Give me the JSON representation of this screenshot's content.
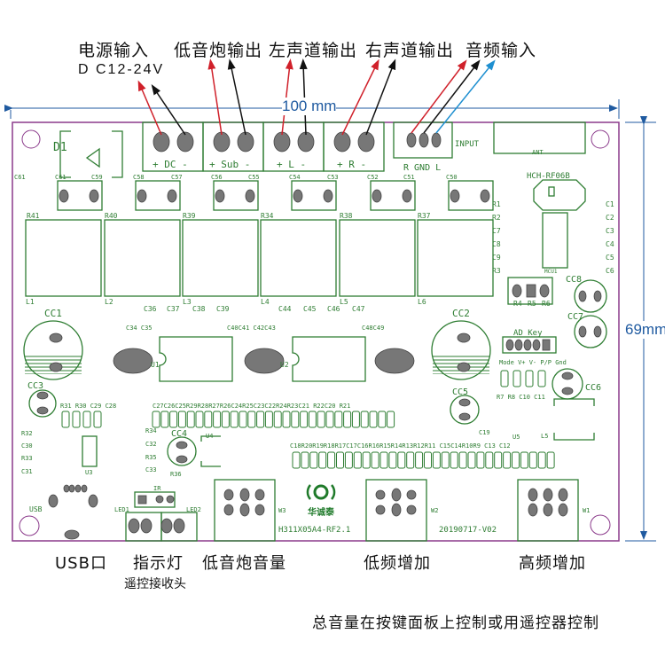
{
  "top_labels": {
    "power_in": "电源输入",
    "power_spec": "D C12-24V",
    "sub_out": "低音炮输出",
    "left_out": "左声道输出",
    "right_out": "右声道输出",
    "audio_in": "音频输入"
  },
  "dimensions": {
    "width": "100 mm",
    "height": "69mm"
  },
  "connectors": {
    "dc": "+  DC  -",
    "sub": "+  Sub  -",
    "left": "+  L  -",
    "right": "+  R  -",
    "input_pins": "R  GND  L",
    "input": "INPUT",
    "ant": "ANT",
    "rf_module": "HCH-RF06B",
    "mcu": "MCU1",
    "ad_key": "AD_Key",
    "key_pins": "Mode V+ V- P/P Gnd",
    "usb": "USB",
    "ir": "IR",
    "led1": "LED1",
    "led2": "LED2",
    "w1": "W1",
    "w2": "W2",
    "w3": "W3",
    "board_id": "H311X05A4-RF2.1",
    "version": "20190717-V02",
    "d1": "D1",
    "u1": "U1",
    "u2": "U2",
    "u3": "U3",
    "u4": "U4",
    "u5": "U5",
    "l5b": "L5"
  },
  "components": {
    "cc1": "CC1",
    "cc2": "CC2",
    "cc3": "CC3",
    "cc4": "CC4",
    "cc5": "CC5",
    "cc6": "CC6",
    "cc7": "CC7",
    "cc8": "CC8",
    "inductors": [
      "L1",
      "L2",
      "L3",
      "L4",
      "L5",
      "L6"
    ],
    "resistors_top": [
      "R41",
      "R40",
      "R39",
      "R34",
      "R38",
      "R37"
    ],
    "caps_top": [
      "C61",
      "C61",
      "C59",
      "C58",
      "C57",
      "C56",
      "C55",
      "C54",
      "C53",
      "C52",
      "C51",
      "C50"
    ],
    "right_col_left": [
      "R1",
      "R2",
      "C7",
      "C8",
      "C9",
      "R3"
    ],
    "right_col_right": [
      "C1",
      "C2",
      "C3",
      "C4",
      "C5",
      "C6"
    ],
    "r456": [
      "R4",
      "R5",
      "R6"
    ],
    "row_u1": [
      "C36",
      "C37",
      "C38",
      "C39"
    ],
    "row_u2": [
      "C44",
      "C45",
      "C46",
      "C47"
    ],
    "c34_35": "C34 C35",
    "c40_43": "C40C41 C42C43",
    "c48_49": "C48C49",
    "row_mid": "C27C26C25R29R28R27R26C24R25C23C22R24R23C21 R22C20 R21",
    "row_left": "R31 R30 C29 C28",
    "row_bottom": "C18R20R19R18R17C17C16R16R15R14R13R12R11 C15C14R10R9 C13 C12",
    "left_stack": [
      "R32",
      "C30",
      "R33",
      "C31"
    ],
    "mid_stack": [
      "R34",
      "C32",
      "R35",
      "C33"
    ],
    "r36": "R36",
    "r7_row": "R7  R8  C10 C11",
    "c19": "C19"
  },
  "bottom_labels": {
    "usb_port": "USB口",
    "indicator": "指示灯",
    "ir_receiver": "遥控接收头",
    "sub_volume": "低音炮音量",
    "bass_boost": "低频增加",
    "treble_boost": "高频增加"
  },
  "note": "总音量在按键面板上控制或用遥控器控制",
  "colors": {
    "silkscreen": "#2e7d32",
    "pad": "#7a7a7a",
    "board_outline": "#8b3a8b",
    "dimension": "#1f5aa0",
    "wire_red": "#d0202a",
    "wire_black": "#111111",
    "wire_blue": "#1e8fd0"
  }
}
